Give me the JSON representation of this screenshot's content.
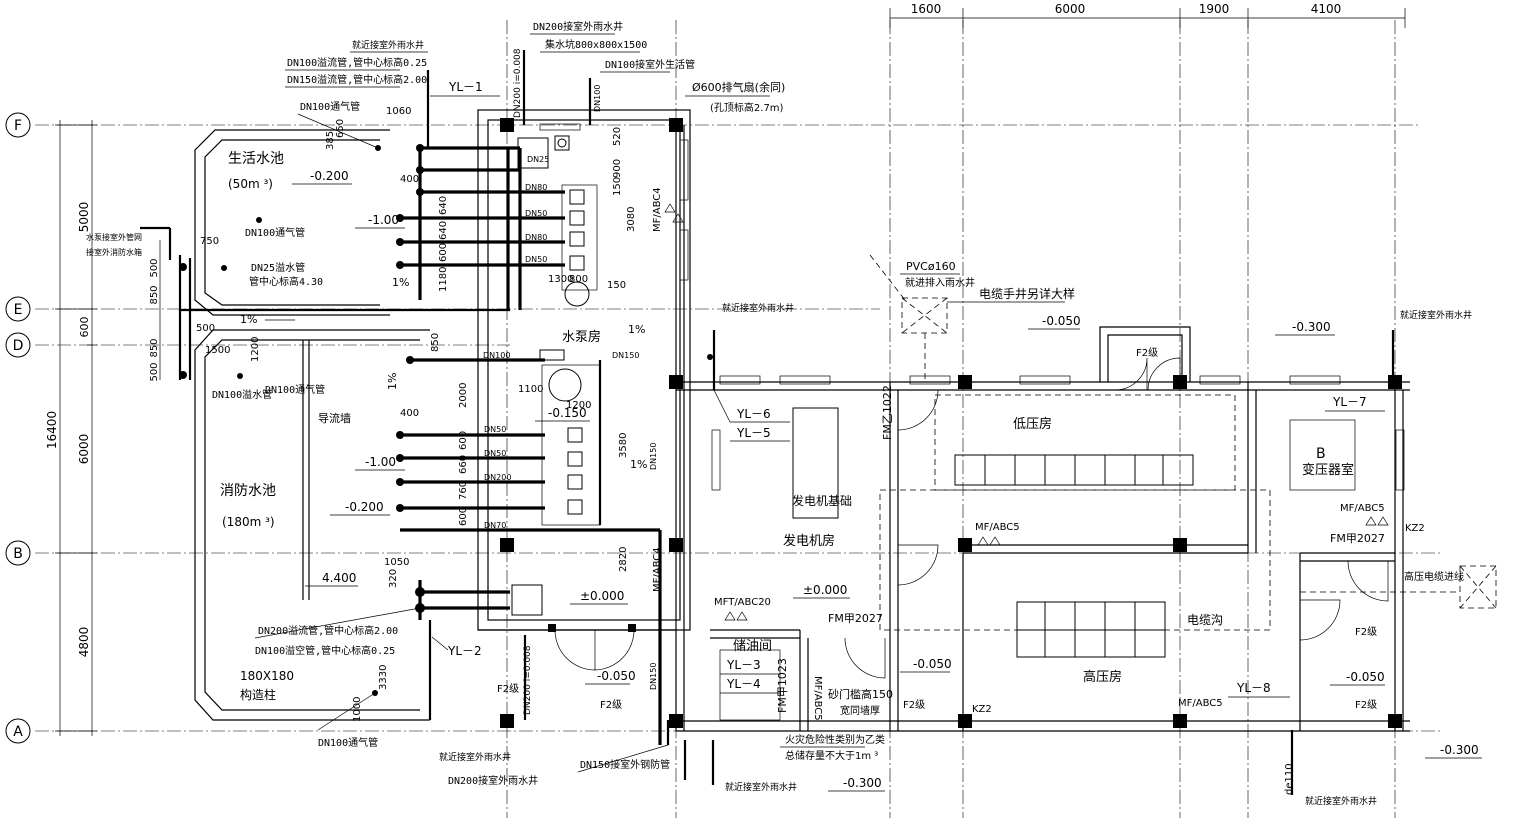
{
  "dimensions_top": [
    "1600",
    "6000",
    "1900",
    "4100"
  ],
  "axes": [
    "F",
    "E",
    "D",
    "B",
    "A"
  ],
  "dimensions_left": {
    "total": "16400",
    "a": "5000",
    "b": "600",
    "c": "6000",
    "d": "4800",
    "e1": "850",
    "e2": "500",
    "e3": "500",
    "e4": "850"
  },
  "rooms": {
    "living_pool": "生活水池",
    "living_pool_cap": "(50m ³)",
    "fire_pool": "消防水池",
    "fire_pool_cap": "(180m ³)",
    "pump_room": "水泵房",
    "generator_base": "发电机基础",
    "generator_room": "发电机房",
    "low_voltage": "低压房",
    "transformer_b": "B",
    "transformer": "变压器室",
    "oil_room": "储油间",
    "high_voltage": "高压房",
    "cable_trench": "电缆沟",
    "guide_wall": "导流墙"
  },
  "elevations": {
    "e1": "-0.200",
    "e2": "-1.00",
    "e3": "-0.150",
    "e4": "-1.00",
    "e5": "-0.200",
    "e6": "4.400",
    "e7": "±0.000",
    "e8": "±0.000",
    "e9": "-0.050",
    "e10": "-0.050",
    "e11": "-0.050",
    "e12": "-0.300",
    "e13": "-0.050",
    "e14": "-0.300",
    "e15": "-0.300"
  },
  "pipe_labels": {
    "yl1": "YL－1",
    "yl2": "YL－2",
    "yl3": "YL－3",
    "yl4": "YL－4",
    "yl5": "YL－5",
    "yl6": "YL－6",
    "yl7": "YL－7",
    "yl8": "YL－8",
    "dn200_out": "DN200接室外雨水井",
    "sump": "集水坑800x800x1500",
    "dn100_living": "DN100接室外生活管",
    "fan600": "Ø600排气扇(余同)",
    "fan600_sub": "(孔顶标高2.7m)",
    "dn100_overflow": "DN100溢流管,管中心标高0.25",
    "dn150_overflow": "DN150溢流管,管中心标高2.00",
    "dn100_vent": "DN100通气管",
    "near_rain": "就近接室外雨水井",
    "dn100_vent2": "DN100通气管",
    "dn25": "DN25溢水管",
    "dn25_sub": "管中心标高4.30",
    "dn100_fill": "DN100溢水管",
    "dn100_vent3": "DN100通气管",
    "dn200_bottom": "DN200溢流管,管中心标高2.00",
    "dn100_bottom": "DN100溢空管,管中心标高0.25",
    "col180": "180X180",
    "col180_sub": "构造柱",
    "dn100_vent4": "DN100通气管",
    "dn200_rain": "DN200接室外雨水井",
    "dn150_steel": "DN150接室外钢防管",
    "near_rain2": "就近接室外雨水井",
    "near_rain3": "就近接室外雨水井",
    "near_rain4": "就近接室外雨水井",
    "near_rain5": "就近接室外雨水井",
    "pvc160": "PVCø160",
    "pvc160_sub": "就进排入雨水井",
    "cable_well": "电缆手井另详大样",
    "hv_cable": "高压电缆进线",
    "de110": "de110",
    "fire_class": "火灾危险性类别为乙类",
    "fire_class2": "总储存量不大于1m ³",
    "threshold": "砂门槛高150",
    "threshold2": "宽同墙厚",
    "left_note": "水泵接室外管网",
    "left_note2": "接室外消防水箱"
  },
  "doors": {
    "fm1022": "FM乙1022",
    "fm2027a": "FM甲2027",
    "fm1023": "FM甲1023",
    "fm2027b": "FM甲2027",
    "f2a": "F2级",
    "f2b": "F2级",
    "f2c": "F2级",
    "f2d": "F2级",
    "f2e": "F2级",
    "f2f": "F2级"
  },
  "extinguishers": {
    "x1": "MF/ABC4",
    "x2": "MF/ABC4",
    "x3": "MF/ABC5",
    "x4": "MF/ABC5",
    "x5": "MFT/ABC20",
    "x6": "MF/ABC5",
    "x7": "MF/ABC5"
  },
  "columns_tags": {
    "kz2a": "KZ2",
    "kz2b": "KZ2"
  },
  "small_dims": {
    "d1060": "1060",
    "d385": "385",
    "d650": "650",
    "d400a": "400",
    "d640a": "640",
    "d640b": "640",
    "d600a": "600",
    "d1180": "1180",
    "d750": "750",
    "d1500": "1500",
    "d500": "500",
    "d1200": "1200",
    "d2000": "2000",
    "d400b": "400",
    "d600b": "600",
    "d660": "660",
    "d760": "760",
    "d600c": "600",
    "d1050": "1050",
    "d320": "320",
    "d3330": "3330",
    "d1000": "1000",
    "d900": "900",
    "d520": "520",
    "d150": "150",
    "d3080": "3080",
    "d1300": "1300",
    "d800": "800",
    "d1100": "1100",
    "d3580": "3580",
    "d2820": "2820",
    "d850": "850",
    "d1200b": "1200",
    "d150b": "150"
  },
  "slopes": {
    "s1": "1%",
    "s2": "1%",
    "s3": "1%",
    "s4": "1%",
    "s5": "1%"
  },
  "dn_marks": {
    "dn80a": "DN80",
    "dn50a": "DN50",
    "dn80b": "DN80",
    "dn50b": "DN50",
    "dn25": "DN25",
    "dn100": "DN100",
    "dn150": "DN150",
    "dn50c": "DN50",
    "dn50d": "DN50",
    "dn200": "DN200",
    "dn70": "DN70",
    "dn150v": "DN150",
    "dn150w": "DN150",
    "dn200i": "DN200 i=0.008",
    "dn200b": "DN200 i=0.008",
    "dn100v": "DN100"
  }
}
